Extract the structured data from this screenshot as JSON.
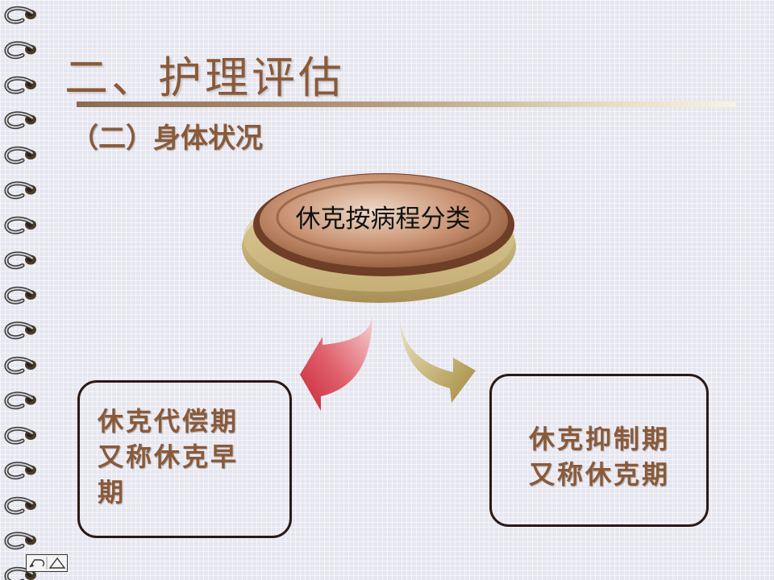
{
  "slide": {
    "title": "二、护理评估",
    "subtitle": "（二）身体状况",
    "center_label": "休克按病程分类",
    "left_box": {
      "line1": "休克代偿期",
      "line2": "又称休克早",
      "line3": "期"
    },
    "right_box": {
      "line1": "休克抑制期",
      "line2": "又称休克期"
    }
  },
  "colors": {
    "text_brown": "#8a5a38",
    "left_arrow": "#d9364a",
    "right_arrow": "#a8964a",
    "disc_top": "#c08a68",
    "disc_base": "#c9b27a"
  },
  "icons": [
    "spiral-binding-icon",
    "back-icon",
    "home-icon"
  ]
}
